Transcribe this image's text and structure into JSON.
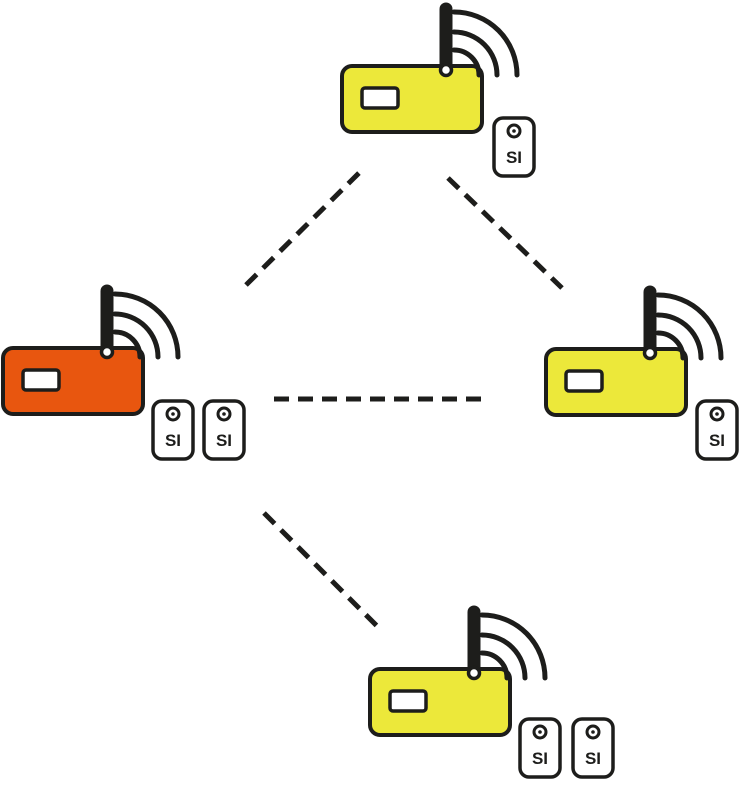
{
  "colors": {
    "outline": "#1d1d1b",
    "primary_router": "#e8560f",
    "secondary_router": "#ece83a",
    "background": "#ffffff"
  },
  "routers": [
    {
      "id": "router-top",
      "role": "secondary",
      "si_labels": [
        "SI"
      ]
    },
    {
      "id": "router-left",
      "role": "primary",
      "si_labels": [
        "SI",
        "SI"
      ]
    },
    {
      "id": "router-right",
      "role": "secondary",
      "si_labels": [
        "SI"
      ]
    },
    {
      "id": "router-bottom",
      "role": "secondary",
      "si_labels": [
        "SI",
        "SI"
      ]
    }
  ],
  "links": [
    {
      "from": "router-left",
      "to": "router-top"
    },
    {
      "from": "router-top",
      "to": "router-right"
    },
    {
      "from": "router-left",
      "to": "router-right"
    },
    {
      "from": "router-left",
      "to": "router-bottom"
    }
  ],
  "icons": {
    "router": "wireless-router-icon",
    "signal": "wifi-signal-icon",
    "si_device": "si-device-icon"
  }
}
